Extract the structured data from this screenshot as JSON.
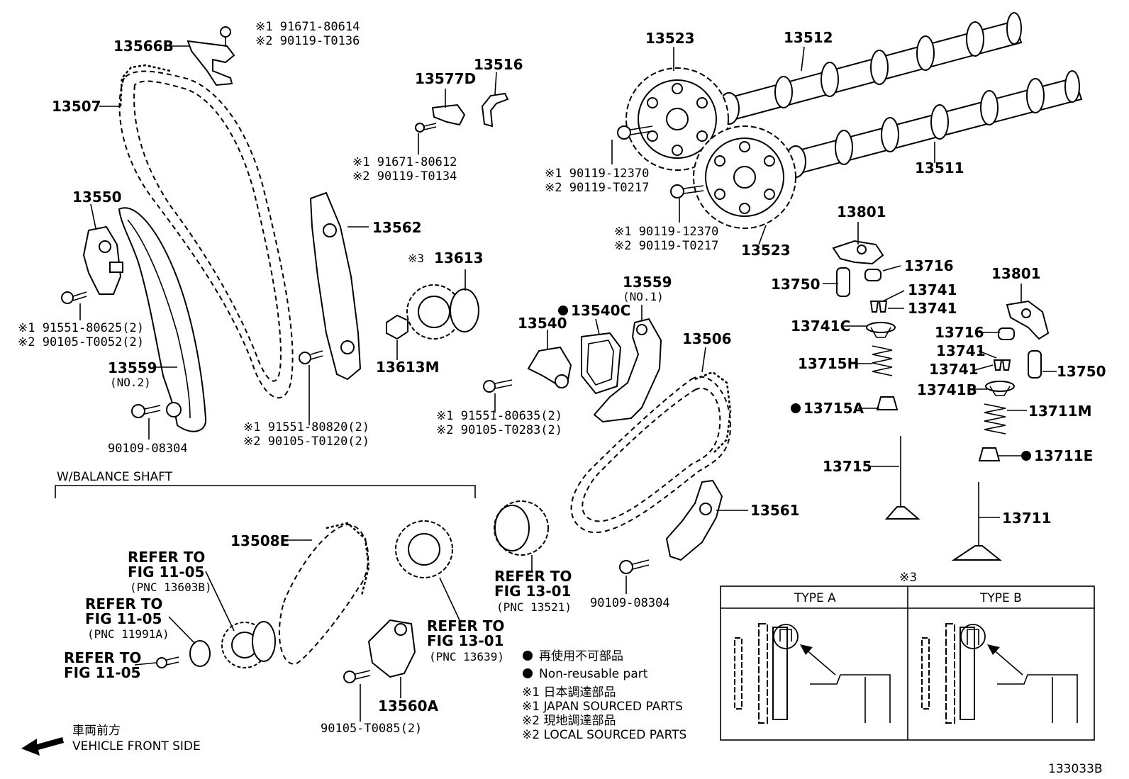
{
  "labels": {
    "p13566B": "13566B",
    "p13507": "13507",
    "p13550": "13550",
    "p13559_2": "13559",
    "no2": "(NO.2)",
    "p13562": "13562",
    "p13577D": "13577D",
    "p13516": "13516",
    "p13613": "13613",
    "p13613_mark": "※3",
    "p13613M": "13613M",
    "p13523_top": "13523",
    "p13523_bottom": "13523",
    "p13512": "13512",
    "p13511": "13511",
    "p13801_a": "13801",
    "p13801_b": "13801",
    "p13716_a": "13716",
    "p13716_b": "13716",
    "p13750_a": "13750",
    "p13750_b": "13750",
    "p13741_1": "13741",
    "p13741_2": "13741",
    "p13741_3": "13741",
    "p13741_4": "13741",
    "p13741C": "13741C",
    "p13741B": "13741B",
    "p13715H": "13715H",
    "p13715A": "13715A",
    "p13715": "13715",
    "p13711M": "13711M",
    "p13711E": "13711E",
    "p13711": "13711",
    "p13540": "13540",
    "p13540C": "13540C",
    "p13559_1": "13559",
    "no1": "(NO.1)",
    "p13506": "13506",
    "p13561": "13561",
    "p13508E": "13508E",
    "p13560A": "13560A",
    "bolt_90109_a": "90109-08304",
    "bolt_90109_b": "90109-08304",
    "bolt_90105_T0085": "90105-T0085(2)"
  },
  "dual_refs": [
    {
      "id": "ref_13566B",
      "l1": "※1  91671-80614",
      "l2": "※2  90119-T0136"
    },
    {
      "id": "ref_13577D",
      "l1": "※1  91671-80612",
      "l2": "※2  90119-T0134"
    },
    {
      "id": "ref_13550",
      "l1": "※1 91551-80625(2)",
      "l2": "※2 90105-T0052(2)"
    },
    {
      "id": "ref_13562",
      "l1": "※1  91551-80820(2)",
      "l2": "※2  90105-T0120(2)"
    },
    {
      "id": "ref_13540",
      "l1": "※1  91551-80635(2)",
      "l2": "※2  90105-T0283(2)"
    },
    {
      "id": "ref_13523a",
      "l1": "※1  90119-12370",
      "l2": "※2  90119-T0217"
    },
    {
      "id": "ref_13523b",
      "l1": "※1  90119-12370",
      "l2": "※2  90119-T0217"
    }
  ],
  "refer_notes": [
    {
      "id": "fig1105a",
      "l1": "REFER TO",
      "l2": "FIG 11-05",
      "l3": "(PNC 13603B)"
    },
    {
      "id": "fig1105b",
      "l1": "REFER TO",
      "l2": "FIG 11-05",
      "l3": "(PNC 11991A)"
    },
    {
      "id": "fig1105c",
      "l1": "REFER TO",
      "l2": "FIG 11-05",
      "l3": ""
    },
    {
      "id": "fig1301a",
      "l1": "REFER TO",
      "l2": "FIG 13-01",
      "l3": "(PNC 13521)"
    },
    {
      "id": "fig1301b",
      "l1": "REFER TO",
      "l2": "FIG 13-01",
      "l3": "(PNC 13639)"
    }
  ],
  "balance_shaft_label": "W/BALANCE SHAFT",
  "legend": {
    "non_reusable_jp": "再使用不可部品",
    "non_reusable_en": "Non-reusable part",
    "jp_sourced_jp": "※1  日本調達部品",
    "jp_sourced_en": "※1  JAPAN SOURCED PARTS",
    "local_sourced_jp": "※2  現地調達部品",
    "local_sourced_en": "※2  LOCAL SOURCED PARTS"
  },
  "type_box": {
    "mark": "※3",
    "type_a": "TYPE A",
    "type_b": "TYPE B"
  },
  "front": {
    "jp": "車両前方",
    "en": "VEHICLE FRONT SIDE"
  },
  "figure_code": "133033B"
}
